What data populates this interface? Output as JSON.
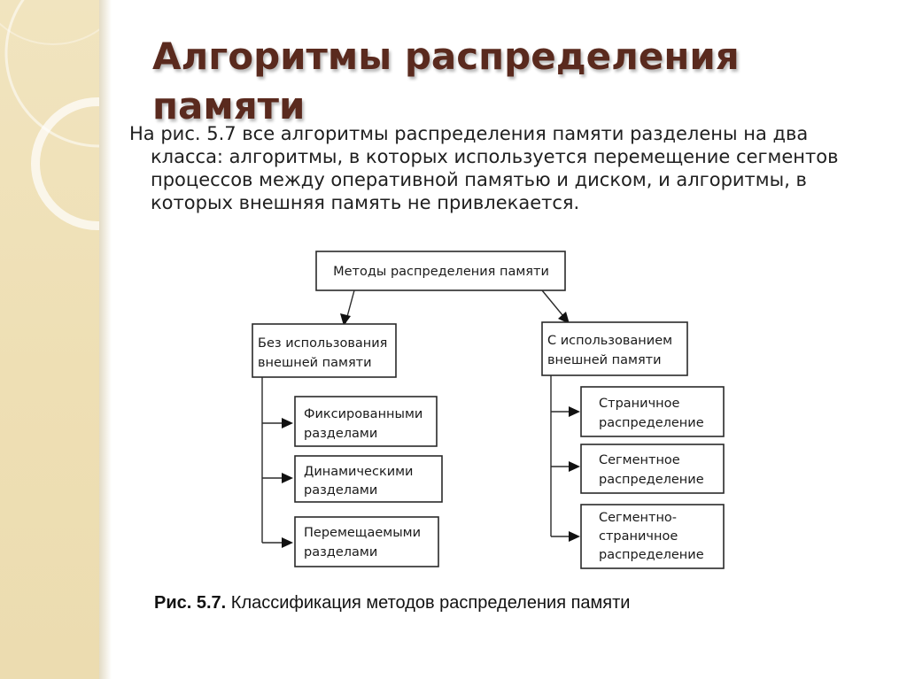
{
  "slide": {
    "title": "Алгоритмы распределения памяти",
    "intro": "На рис. 5.7 все алгоритмы распределения памяти разделены на два класса: алгоритмы, в которых используется перемещение сегментов процессов между оперативной памятью и диском, и алгоритмы, в которых внешняя память не привлекается."
  },
  "diagram": {
    "root": "Методы распределения памяти",
    "left_branch": {
      "label": [
        "Без использования",
        "внешней памяти"
      ],
      "children": [
        [
          "Фиксированными",
          "разделами"
        ],
        [
          "Динамическими",
          "разделами"
        ],
        [
          "Перемещаемыми",
          "разделами"
        ]
      ]
    },
    "right_branch": {
      "label": [
        "С использованием",
        "внешней памяти"
      ],
      "children": [
        [
          "Страничное",
          "распределение"
        ],
        [
          "Сегментное",
          "распределение"
        ],
        [
          "Сегментно-",
          "страничное",
          "распределение"
        ]
      ]
    }
  },
  "caption": {
    "label": "Рис. 5.7.",
    "text": "Классификация методов распределения памяти"
  },
  "colors": {
    "title": "#5a2a1e",
    "side_strip": "#f1e4bf",
    "box_stroke": "#2a2a2a"
  }
}
